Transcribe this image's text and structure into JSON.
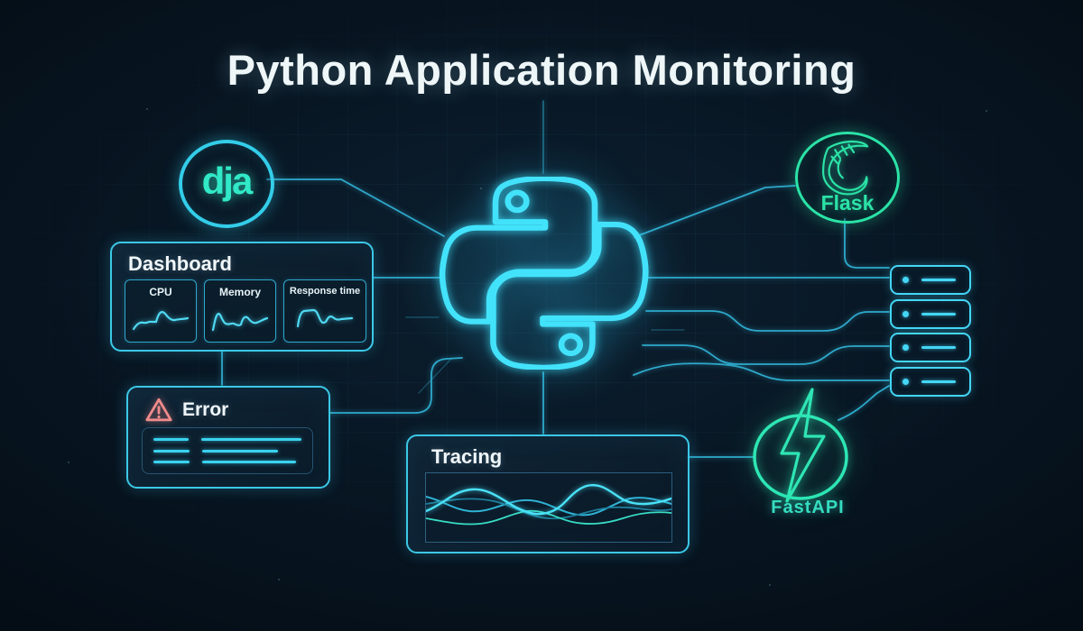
{
  "title": "Python Application Monitoring",
  "nodes": {
    "django": {
      "label": "dja"
    },
    "flask": {
      "label": "Flask"
    },
    "fastapi": {
      "label": "FastAPI"
    }
  },
  "dashboard": {
    "title": "Dashboard",
    "cards": [
      {
        "label": "CPU"
      },
      {
        "label": "Memory"
      },
      {
        "label": "Response time"
      }
    ]
  },
  "error": {
    "title": "Error"
  },
  "tracing": {
    "title": "Tracing"
  },
  "servers": {
    "count": 4
  },
  "colors": {
    "background": "#050e16",
    "neon_cyan": "#45e4ff",
    "panel_border": "#3bc8e6",
    "teal_green": "#2be3a7",
    "django_text": "#31e9c7",
    "error_red": "#ef8b8b",
    "sparkline": "#4fd9f2",
    "wire": "#2ea9cb",
    "title_text": "#eef6f8"
  }
}
